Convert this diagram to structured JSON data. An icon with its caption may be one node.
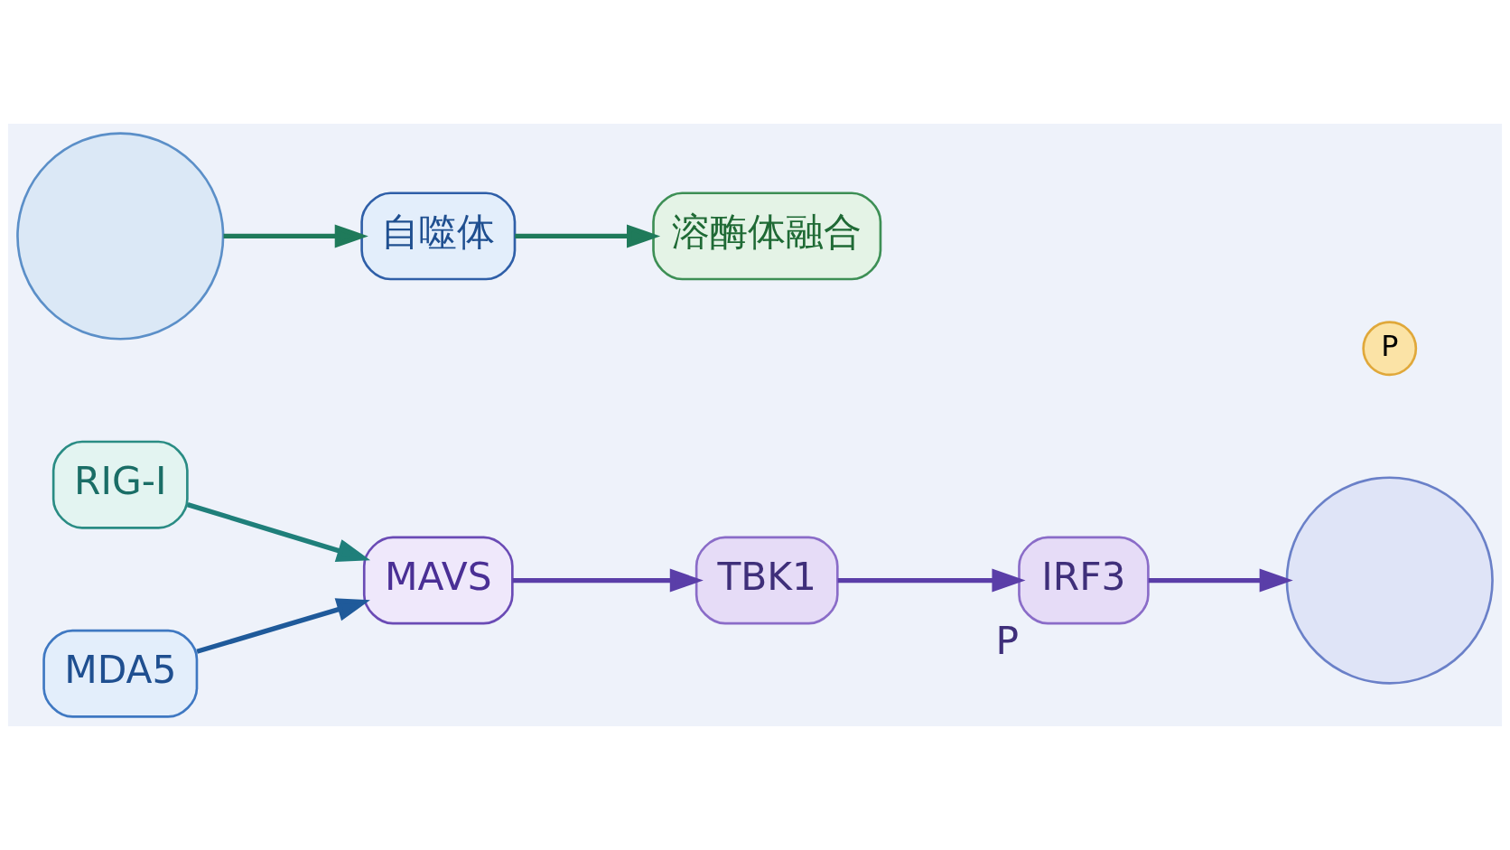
{
  "diagram": {
    "nodes": [
      {
        "text": [
          "RIG-I"
        ]
      },
      {
        "text": [
          "MDA5"
        ]
      },
      {
        "text": [
          "MAVS"
        ]
      },
      {
        "text": [
          "TBK1"
        ]
      },
      {
        "text": [
          "IRF3"
        ],
        "beside": [
          "P"
        ]
      },
      {
        "text": [],
        "shape": "circle"
      },
      {
        "text": [],
        "shape": "circle"
      },
      {
        "text": [
          "自噬体"
        ]
      },
      {
        "text": [
          "溶酶体融合"
        ]
      }
    ],
    "edges": [
      {
        "from": 0,
        "to": 2,
        "arrow": "to",
        "color": "#1f7f7a"
      },
      {
        "from": 1,
        "to": 2,
        "arrow": "to",
        "color": "#1f5a9a"
      },
      {
        "from": 2,
        "to": 3,
        "arrow": "to"
      },
      {
        "from": 3,
        "to": 4,
        "arrow": "to"
      },
      {
        "from": 4,
        "to": 5,
        "arrow": "to"
      },
      {
        "from": 6,
        "to": 7,
        "arrow": "to",
        "color": "#1f7a5a"
      },
      {
        "from": 7,
        "to": 8,
        "arrow": "to",
        "color": "#1f7a5a"
      }
    ],
    "labels": [
      "P"
    ]
  }
}
